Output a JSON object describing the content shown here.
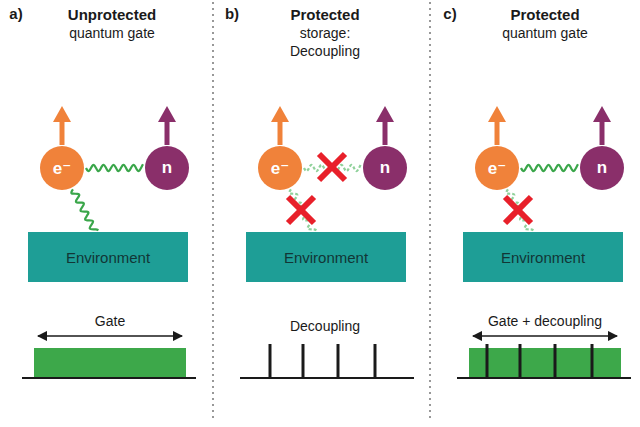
{
  "diagram": {
    "nodes": [
      {
        "text": [
          "e⁻"
        ]
      },
      {
        "text": [
          "n"
        ]
      },
      {
        "text": [
          "Environment"
        ]
      },
      {
        "text": [
          "e⁻"
        ]
      },
      {
        "text": [
          "n"
        ]
      },
      {
        "text": [
          "Environment"
        ]
      },
      {
        "text": [
          "e⁻"
        ]
      },
      {
        "text": [
          "n"
        ]
      },
      {
        "text": [
          "Environment"
        ]
      }
    ],
    "edges": [
      {
        "from": 0,
        "to": 1,
        "arrow": "none"
      },
      {
        "from": 0,
        "to": 2,
        "arrow": "none"
      },
      {
        "from": 3,
        "to": 4,
        "arrow": "none"
      },
      {
        "from": 3,
        "to": 5,
        "arrow": "none"
      },
      {
        "from": 6,
        "to": 7,
        "arrow": "none"
      },
      {
        "from": 6,
        "to": 8,
        "arrow": "none"
      }
    ],
    "labels": [
      "a)",
      "Unprotected",
      "quantum gate",
      "b)",
      "Protected",
      "storage:",
      "Decoupling",
      "c)",
      "Protected",
      "quantum gate",
      "Gate",
      "Decoupling",
      "Gate + decoupling"
    ]
  }
}
